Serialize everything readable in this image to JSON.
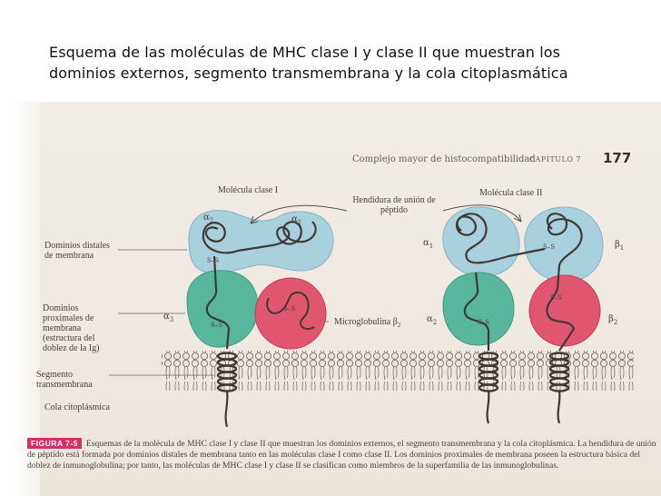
{
  "slide": {
    "title": "Esquema de las moléculas de MHC clase I y clase II que muestran los dominios externos, segmento transmembrana y la cola citoplasmática"
  },
  "scan": {
    "header_title": "Complejo mayor de histocompatibilidad",
    "header_chapter": "CAPÍTULO 7",
    "page_number": "177",
    "labels": {
      "class1": "Molécula clase I",
      "class2": "Molécula clase II",
      "cleft": "Hendidura de unión de péptido",
      "distal": "Dominios distales de membrana",
      "proximal": "Dominios proximales de membrana (estructura del doblez de la Ig)",
      "microglobulin": "Microglobulina β",
      "microglobulin_sub": "2",
      "transmembrane": "Segmento transmembrana",
      "tail": "Cola citoplásmica"
    },
    "greek": {
      "alpha1": "α",
      "sub1": "1",
      "alpha2": "α",
      "sub2": "2",
      "alpha3": "α",
      "sub3": "3",
      "beta1": "β",
      "subb1": "1",
      "beta2": "β",
      "subb2": "2",
      "ss": "S–S"
    },
    "caption": {
      "figure": "FIGURA 7-5",
      "text": "Esquemas de la molécula de MHC clase I y clase II que muestran los dominios externos, el segmento transmembrana y la cola citoplásmica. La hendidura de unión de péptido está formada por dominios distales de membrana tanto en las moléculas clase I como clase II. Los dominios proximales de membrana poseen la estructura básica del doblez de inmunoglobulina; por tanto, las moléculas de MHC clase I y clase II se clasifican como miembros de la superfamilia de las inmunoglobulinas."
    },
    "colors": {
      "distal_domain": "#a9d0dd",
      "proximal_domain": "#57b69b",
      "microglobulin": "#e0566f",
      "membrane_head": "#e6e1da",
      "chain_line": "#3f3a36"
    }
  }
}
